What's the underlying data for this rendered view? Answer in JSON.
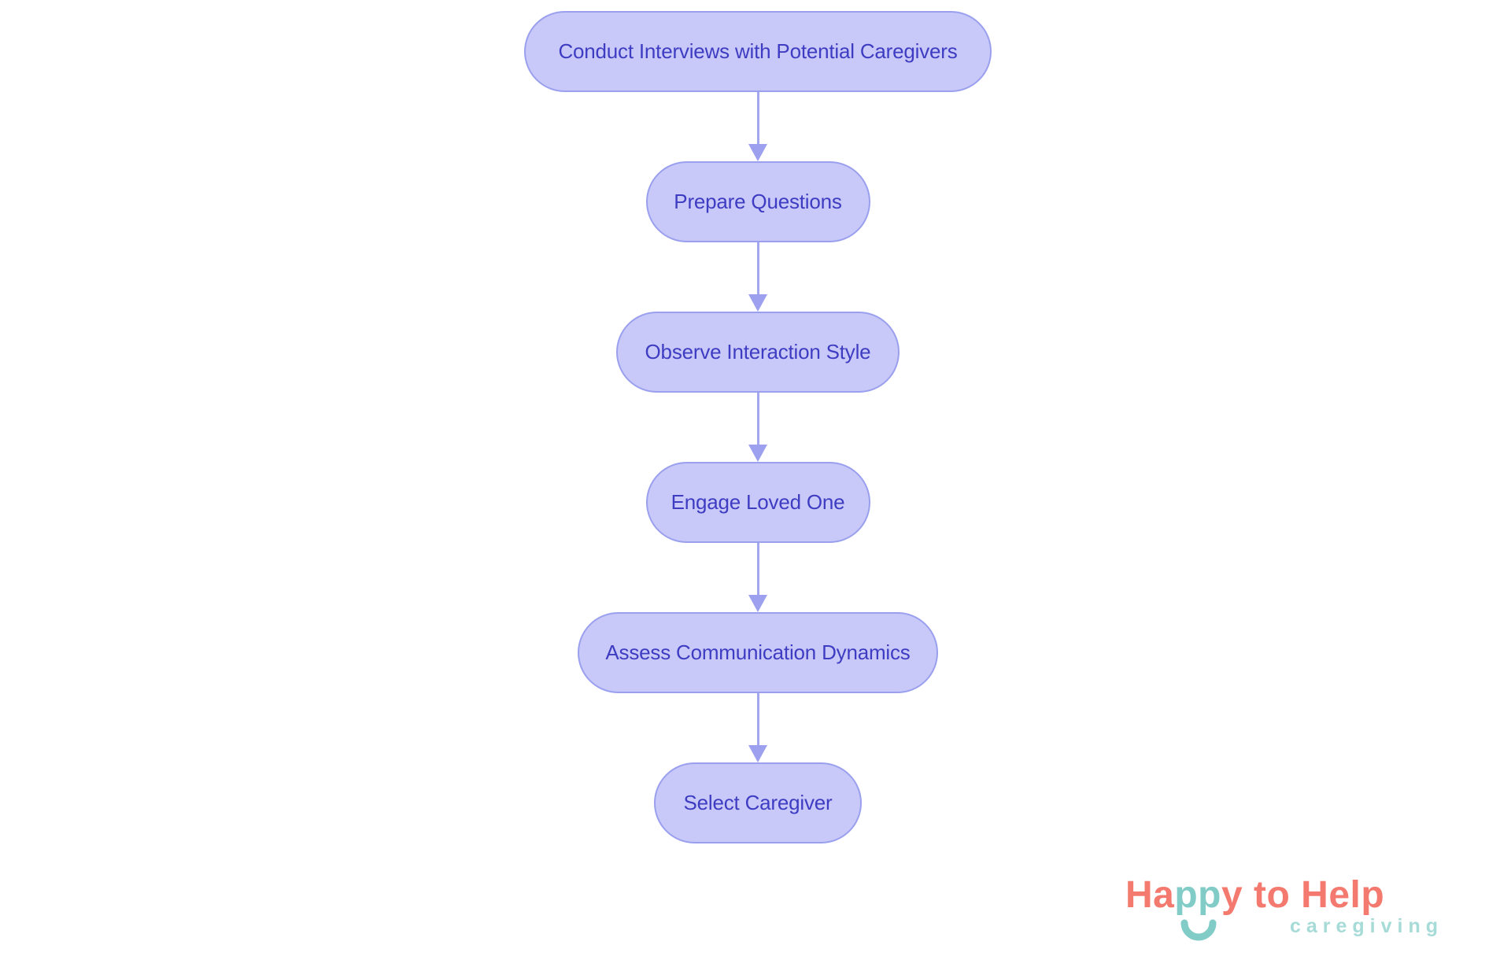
{
  "page": {
    "background": "#ffffff"
  },
  "flowchart": {
    "type": "vertical-flow",
    "nodes": [
      {
        "id": "step-1",
        "label": "Conduct Interviews with Potential Caregivers"
      },
      {
        "id": "step-2",
        "label": "Prepare Questions"
      },
      {
        "id": "step-3",
        "label": "Observe Interaction Style"
      },
      {
        "id": "step-4",
        "label": "Engage Loved One"
      },
      {
        "id": "step-5",
        "label": "Assess Communication Dynamics"
      },
      {
        "id": "step-6",
        "label": "Select Caregiver"
      }
    ],
    "colors": {
      "node_fill": "#c8c9f8",
      "node_border": "#9aa0ee",
      "node_text": "#3e3cc2",
      "arrow": "#9ca0ef"
    }
  },
  "logo": {
    "part_ha": "Ha",
    "part_pp": "pp",
    "part_y_to_help": "y to Help",
    "tagline": "caregiving",
    "colors": {
      "coral": "#f4796e",
      "teal": "#82ccc8",
      "tagline_teal": "#a6dbd7"
    }
  }
}
